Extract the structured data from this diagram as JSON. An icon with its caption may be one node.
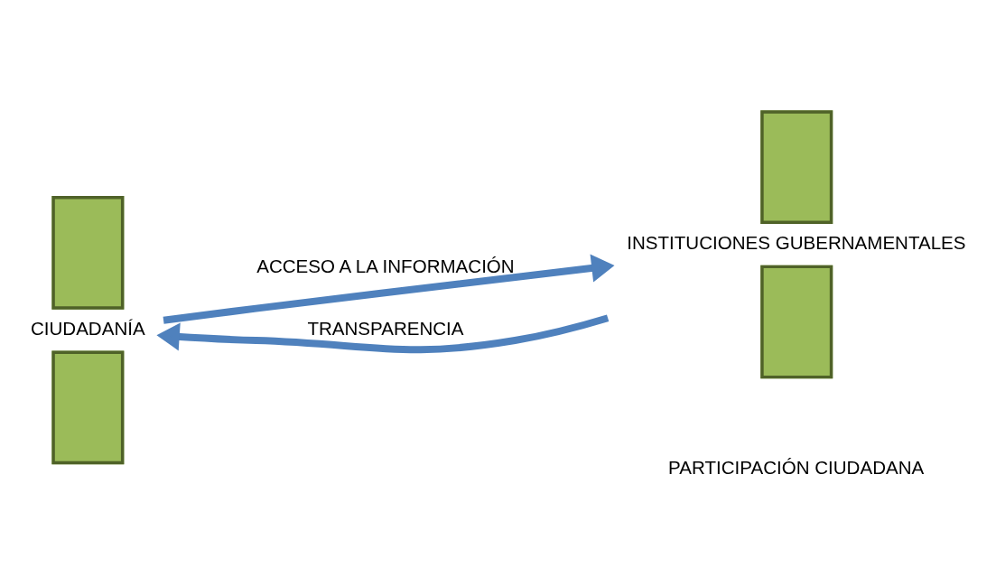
{
  "diagram": {
    "nodes": [
      {
        "text": [
          "CIUDADANÍA"
        ]
      },
      {
        "text": [
          "INSTITUCIONES GUBERNAMENTALES"
        ]
      }
    ],
    "edges": [
      {
        "from": 0,
        "to": 1,
        "arrow": "to",
        "label": "ACCESO A LA INFORMACIÓN"
      },
      {
        "from": 1,
        "to": 0,
        "arrow": "to",
        "label": "TRANSPARENCIA"
      }
    ],
    "labels": [
      "PARTICIPACIÓN CIUDADANA"
    ]
  }
}
